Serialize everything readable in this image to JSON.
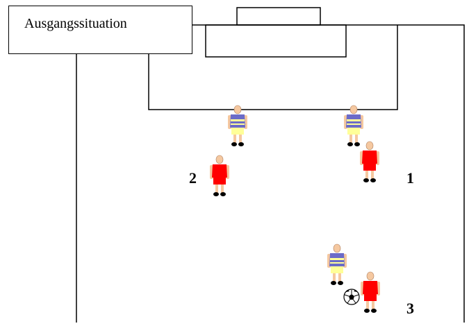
{
  "title": "Ausgangssituation",
  "colors": {
    "attacker_shirt": "#ff0000",
    "defender_shirt": "#6b6bc8",
    "defender_stripe": "#ffff99",
    "skin": "#f5c8a0",
    "lines": "#000000"
  },
  "players": [
    {
      "team": "defender"
    },
    {
      "team": "defender"
    },
    {
      "team": "defender"
    },
    {
      "team": "attacker",
      "label": "1"
    },
    {
      "team": "attacker",
      "label": "2"
    },
    {
      "team": "attacker",
      "label": "3",
      "has_ball": true
    }
  ],
  "labels": {
    "p1": "1",
    "p2": "2",
    "p3": "3"
  },
  "ball": "soccer-ball-icon"
}
